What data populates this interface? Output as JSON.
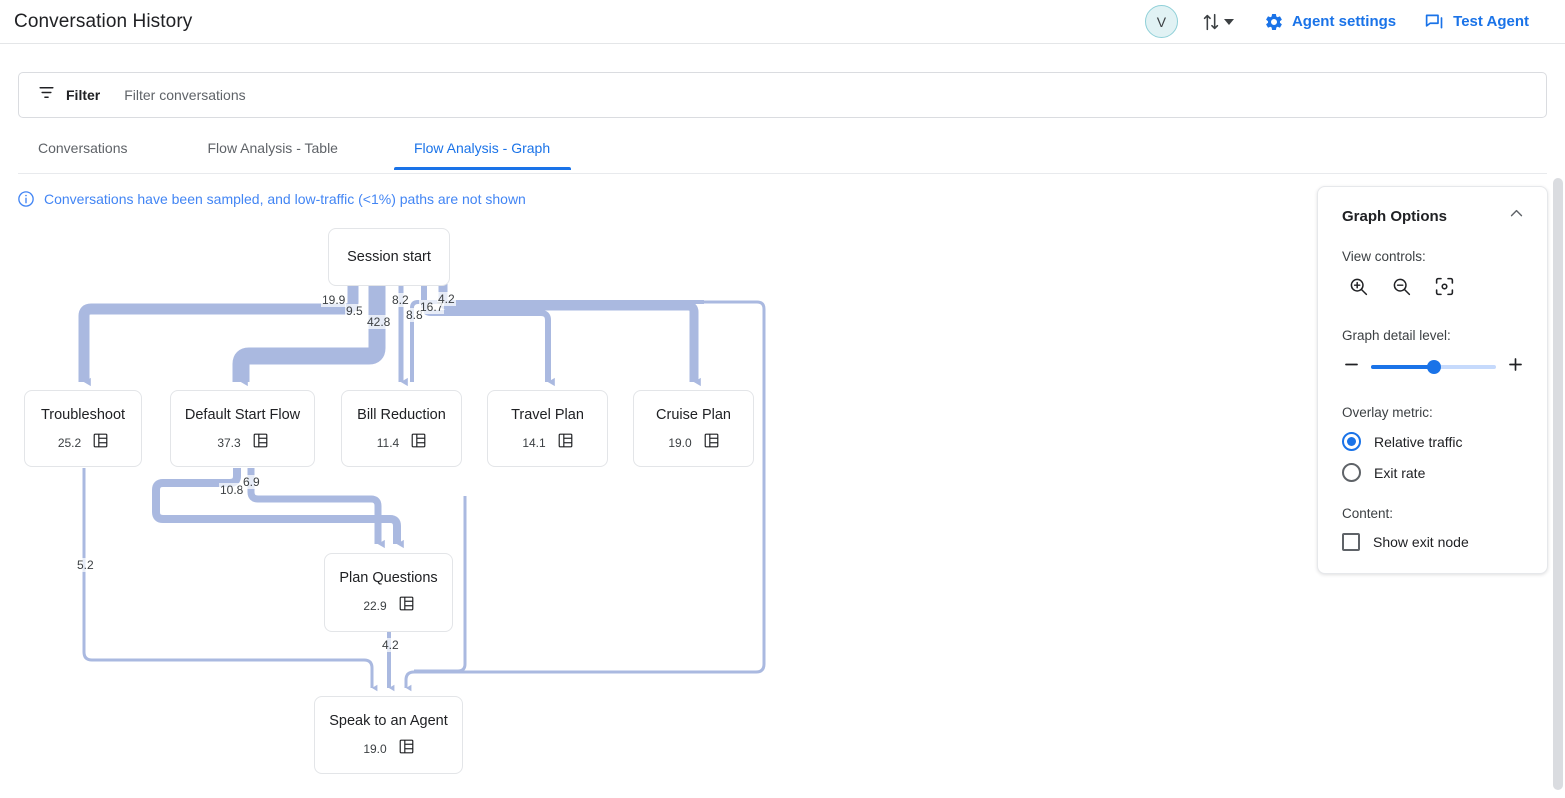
{
  "header": {
    "title": "Conversation History",
    "avatar_initial": "V",
    "sort_icon": "sort-arrows-icon",
    "caret_icon": "chevron-down-icon",
    "actions": [
      {
        "label": "Agent settings",
        "icon": "gear-icon"
      },
      {
        "label": "Test Agent",
        "icon": "chat-bubble-icon"
      }
    ]
  },
  "filter": {
    "icon": "filter-icon",
    "label": "Filter",
    "placeholder": "Filter conversations",
    "value": ""
  },
  "tabs": [
    {
      "label": "Conversations",
      "active": false
    },
    {
      "label": "Flow Analysis - Table",
      "active": false
    },
    {
      "label": "Flow Analysis - Graph",
      "active": true
    }
  ],
  "banner": {
    "icon": "info-icon",
    "text": "Conversations have been sampled, and low-traffic (<1%) paths are not shown"
  },
  "graph": {
    "nodes": [
      {
        "id": "session-start",
        "label": "Session start",
        "value": null,
        "icon": null
      },
      {
        "id": "troubleshoot",
        "label": "Troubleshoot",
        "value": "25.2",
        "icon": "table-icon"
      },
      {
        "id": "default-start-flow",
        "label": "Default Start Flow",
        "value": "37.3",
        "icon": "table-icon"
      },
      {
        "id": "bill-reduction",
        "label": "Bill Reduction",
        "value": "11.4",
        "icon": "table-icon"
      },
      {
        "id": "travel-plan",
        "label": "Travel Plan",
        "value": "14.1",
        "icon": "table-icon"
      },
      {
        "id": "cruise-plan",
        "label": "Cruise Plan",
        "value": "19.0",
        "icon": "table-icon"
      },
      {
        "id": "plan-questions",
        "label": "Plan Questions",
        "value": "22.9",
        "icon": "table-icon"
      },
      {
        "id": "speak-to-an-agent",
        "label": "Speak to an Agent",
        "value": "19.0",
        "icon": "table-icon"
      }
    ],
    "edge_labels": [
      {
        "id": "e1",
        "text": "19.9"
      },
      {
        "id": "e2",
        "text": "9.5"
      },
      {
        "id": "e3",
        "text": "42.8"
      },
      {
        "id": "e4",
        "text": "8.2"
      },
      {
        "id": "e5",
        "text": "8.8"
      },
      {
        "id": "e6",
        "text": "16.7"
      },
      {
        "id": "e7",
        "text": "4.2"
      },
      {
        "id": "e8",
        "text": "10.8"
      },
      {
        "id": "e9",
        "text": "6.9"
      },
      {
        "id": "e10",
        "text": "5.2"
      },
      {
        "id": "e11",
        "text": "4.2"
      }
    ],
    "edge_color": "#aab9e0"
  },
  "options": {
    "title": "Graph Options",
    "collapse_icon": "chevron-up-icon",
    "view_controls_label": "View controls:",
    "view_controls": [
      {
        "name": "zoom-in-icon"
      },
      {
        "name": "zoom-out-icon"
      },
      {
        "name": "recenter-icon"
      }
    ],
    "detail_label": "Graph detail level:",
    "detail_value": 50,
    "overlay_label": "Overlay metric:",
    "overlay_options": [
      {
        "label": "Relative traffic",
        "checked": true
      },
      {
        "label": "Exit rate",
        "checked": false
      }
    ],
    "content_label": "Content:",
    "show_exit_node": {
      "label": "Show exit node",
      "checked": false
    }
  },
  "colors": {
    "accent": "#1a73e8",
    "edge": "#aab9e0",
    "text": "#202124",
    "muted": "#5f6368"
  }
}
